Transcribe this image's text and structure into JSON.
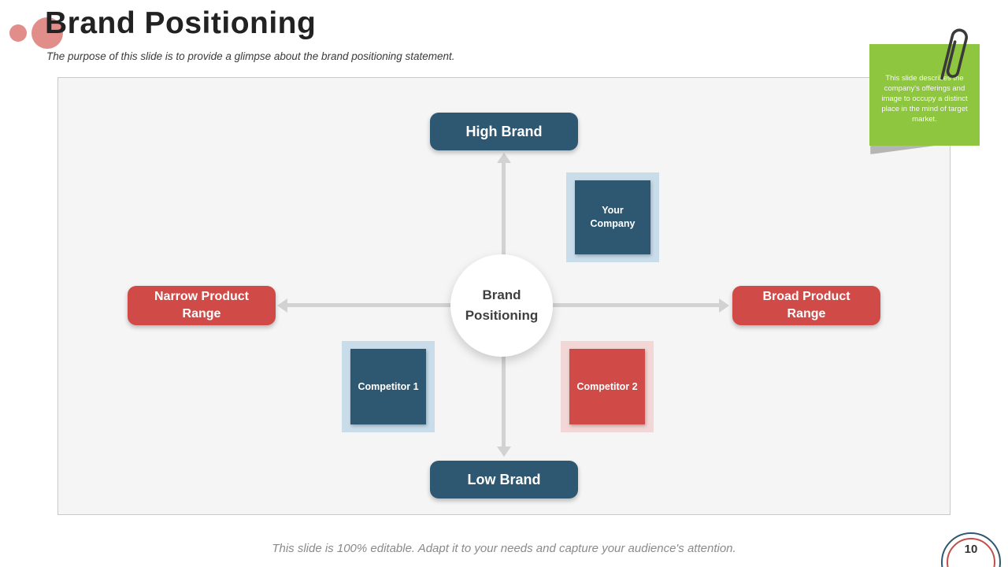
{
  "slide": {
    "title": "Brand Positioning",
    "subtitle": "The purpose of this slide is to provide a glimpse about the brand positioning statement.",
    "footer_note": "This slide is 100% editable. Adapt it to your needs and capture your audience's attention.",
    "page_number": "10"
  },
  "sticky_note": {
    "text": "This slide describes the company's offerings and image to occupy a distinct place in the mind of target market.",
    "color": "#8ec63f"
  },
  "diagram": {
    "type": "quadrant-positioning-map",
    "center_label": "Brand Positioning",
    "axes": {
      "top": "High Brand",
      "bottom": "Low Brand",
      "left": "Narrow Product Range",
      "right": "Broad Product Range"
    },
    "quadrant_items": [
      {
        "label": "Your Company",
        "quadrant": "upper-right",
        "color": "#2e5872"
      },
      {
        "label": "Competitor 1",
        "quadrant": "lower-left",
        "color": "#2e5872"
      },
      {
        "label": "Competitor 2",
        "quadrant": "lower-right",
        "color": "#d04b47"
      }
    ]
  },
  "colors": {
    "brand_dark_blue": "#2e5872",
    "brand_red": "#d04b47",
    "note_green": "#8ec63f",
    "title_accent_pink": "#e18e8b",
    "arrow_gray": "#d2d2d2"
  }
}
